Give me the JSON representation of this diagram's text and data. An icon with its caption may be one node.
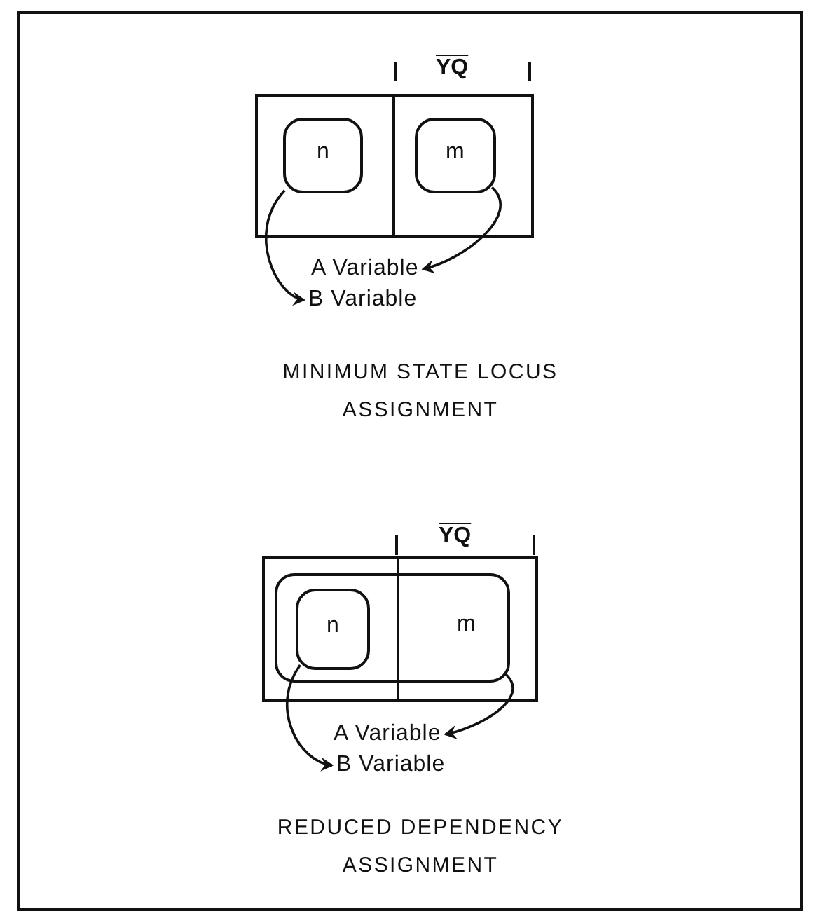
{
  "diagram": {
    "nodes": [
      {
        "text": [
          "n"
        ]
      },
      {
        "text": [
          "m"
        ]
      },
      {
        "text": [
          "A Variable"
        ]
      },
      {
        "text": [
          "B Variable"
        ]
      },
      {
        "text": [
          "m"
        ]
      },
      {
        "text": [
          "n"
        ],
        "in": 4
      },
      {
        "text": [
          "A Variable"
        ]
      },
      {
        "text": [
          "B Variable"
        ]
      }
    ],
    "edges": [
      {
        "from": 0,
        "to": 3,
        "arrow": "to"
      },
      {
        "from": 1,
        "to": 2,
        "arrow": "to"
      },
      {
        "from": 4,
        "to": 6,
        "arrow": "to"
      },
      {
        "from": 5,
        "to": 7,
        "arrow": "to"
      }
    ],
    "labels": [
      "YQ",
      "MINIMUM STATE LOCUS ASSIGNMENT",
      "YQ",
      "REDUCED DEPENDENCY ASSIGNMENT"
    ]
  }
}
